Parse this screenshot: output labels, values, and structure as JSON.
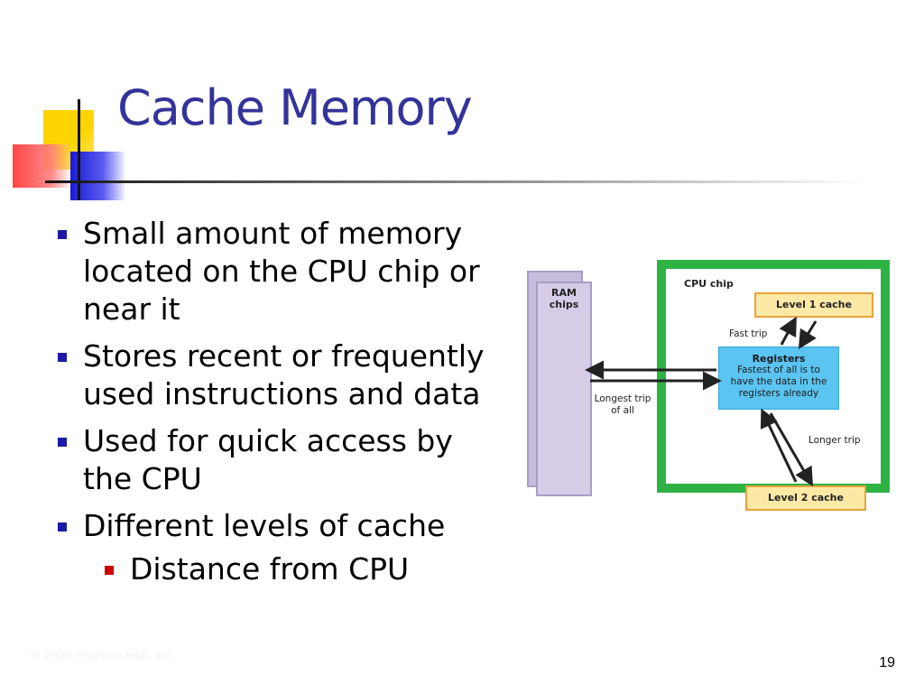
{
  "slide": {
    "title": "Cache Memory",
    "bullets": [
      "Small amount of memory located on the CPU chip or near it",
      "Stores recent or frequently used instructions and data",
      "Used for quick access by the CPU",
      "Different levels of cache"
    ],
    "sub_bullets": [
      "Distance from CPU"
    ],
    "footer": "© 2008 Prentice-Hall, Inc.",
    "page_number": "19"
  },
  "figure": {
    "ram_label_1": "RAM",
    "ram_label_2": "chips",
    "cpu_chip_label": "CPU chip",
    "level1_label": "Level 1 cache",
    "level2_label": "Level 2 cache",
    "registers_title": "Registers",
    "registers_desc_1": "Fastest of all is to",
    "registers_desc_2": "have the data in the",
    "registers_desc_3": "registers already",
    "fast_trip": "Fast trip",
    "longest_trip_1": "Longest trip",
    "longest_trip_2": "of all",
    "longer_trip": "Longer trip"
  },
  "colors": {
    "title": "#333399",
    "bullet_marker": "#1a1aa6",
    "sub_bullet_marker": "#cc0000",
    "chip_border": "#2fb244",
    "cache_fill": "#fde9a6",
    "registers_fill": "#5bc4f0",
    "ram_fill": "#d6cce8"
  }
}
